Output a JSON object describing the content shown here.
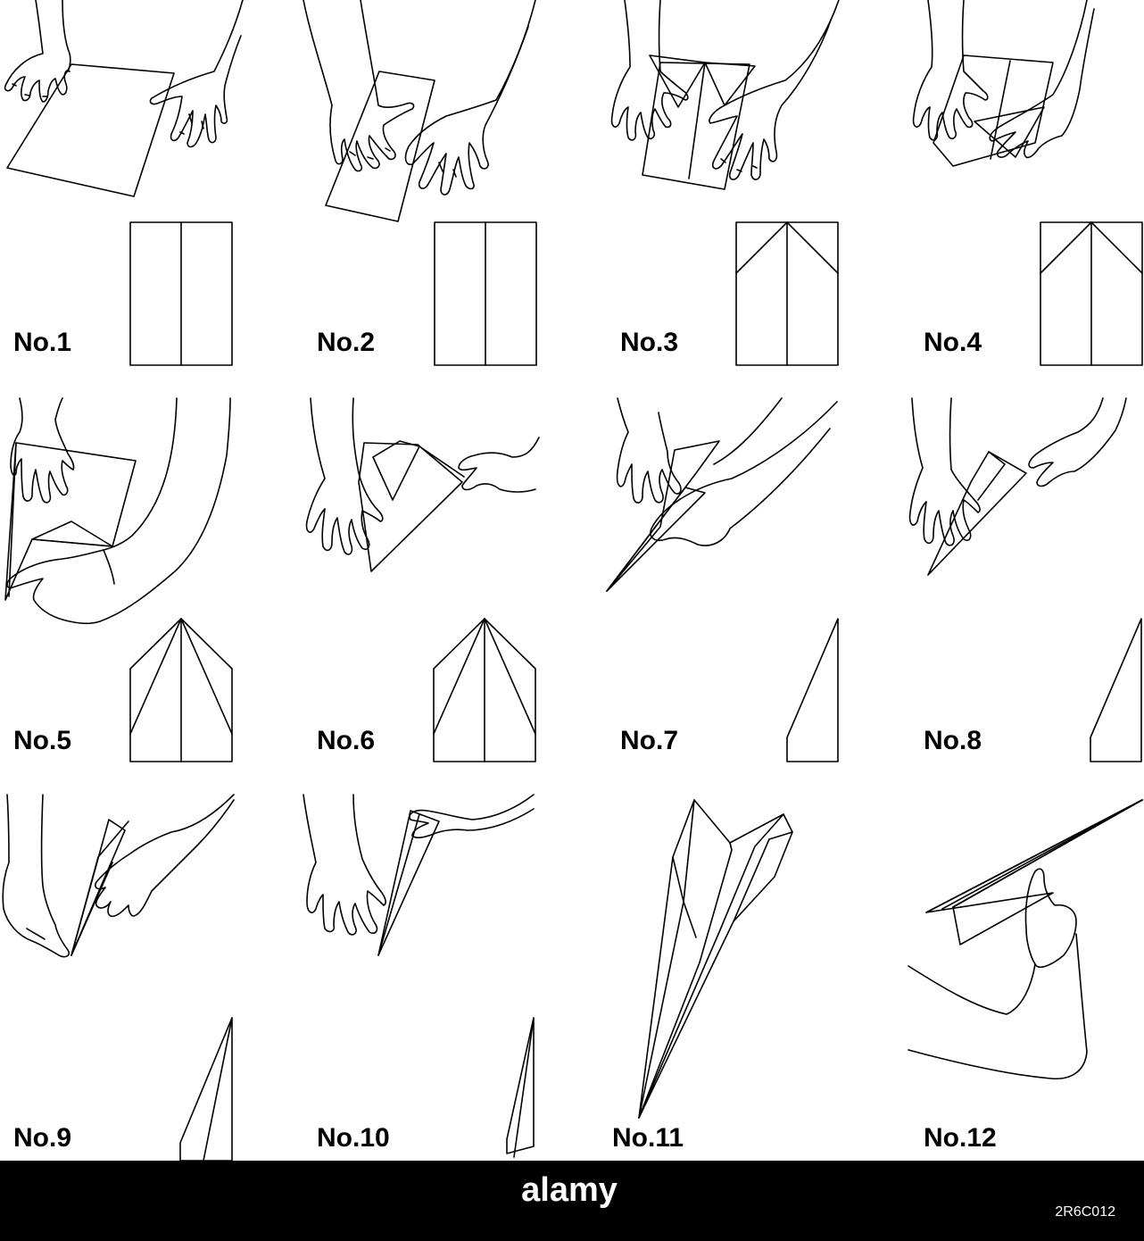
{
  "steps": [
    {
      "label": "No.1"
    },
    {
      "label": "No.2"
    },
    {
      "label": "No.3"
    },
    {
      "label": "No.4"
    },
    {
      "label": "No.5"
    },
    {
      "label": "No.6"
    },
    {
      "label": "No.7"
    },
    {
      "label": "No.8"
    },
    {
      "label": "No.9"
    },
    {
      "label": "No.10"
    },
    {
      "label": "No.11"
    },
    {
      "label": "No.12"
    }
  ],
  "watermark": {
    "logo_text": "alamy",
    "image_id": "2R6C012"
  },
  "colors": {
    "line": "#000000",
    "background": "#ffffff",
    "banner": "#000000",
    "banner_text": "#ffffff"
  }
}
